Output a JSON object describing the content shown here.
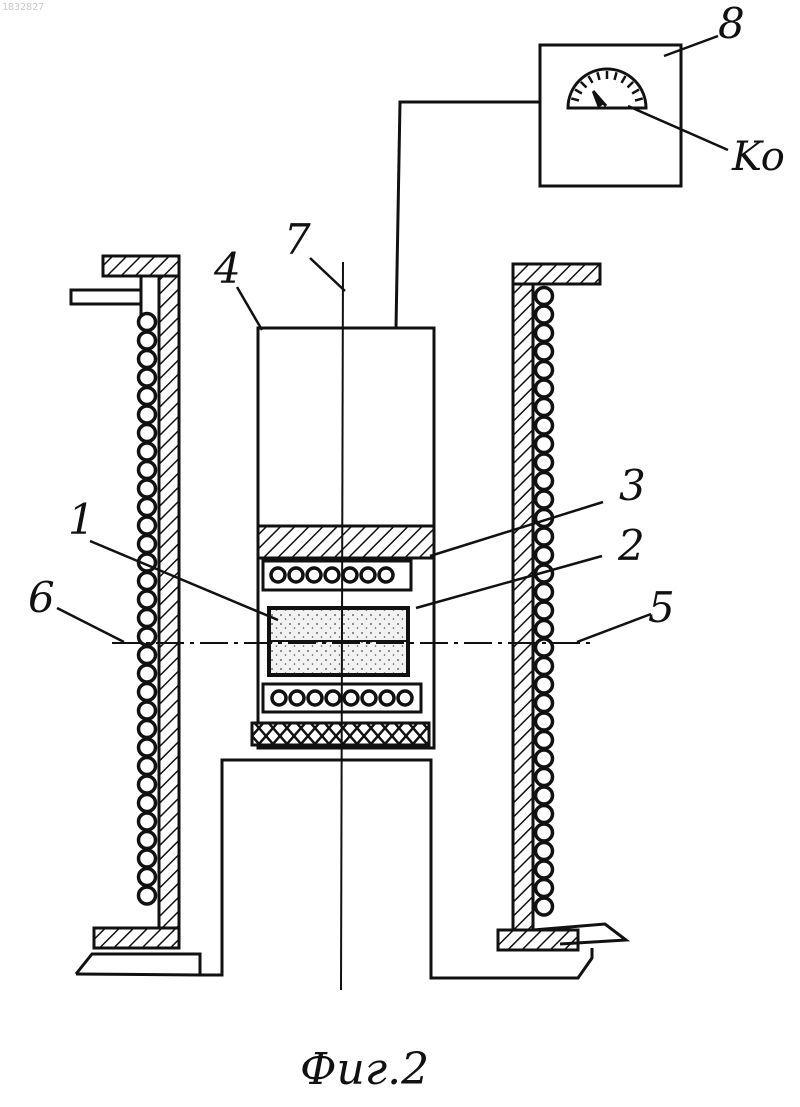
{
  "stamp": "1832827",
  "labels": {
    "l1": "1",
    "l2": "2",
    "l3": "3",
    "l4": "4",
    "l5": "5",
    "l6": "6",
    "l7": "7",
    "l8": "8",
    "k0": "Ko"
  },
  "caption": "Фиг.2"
}
